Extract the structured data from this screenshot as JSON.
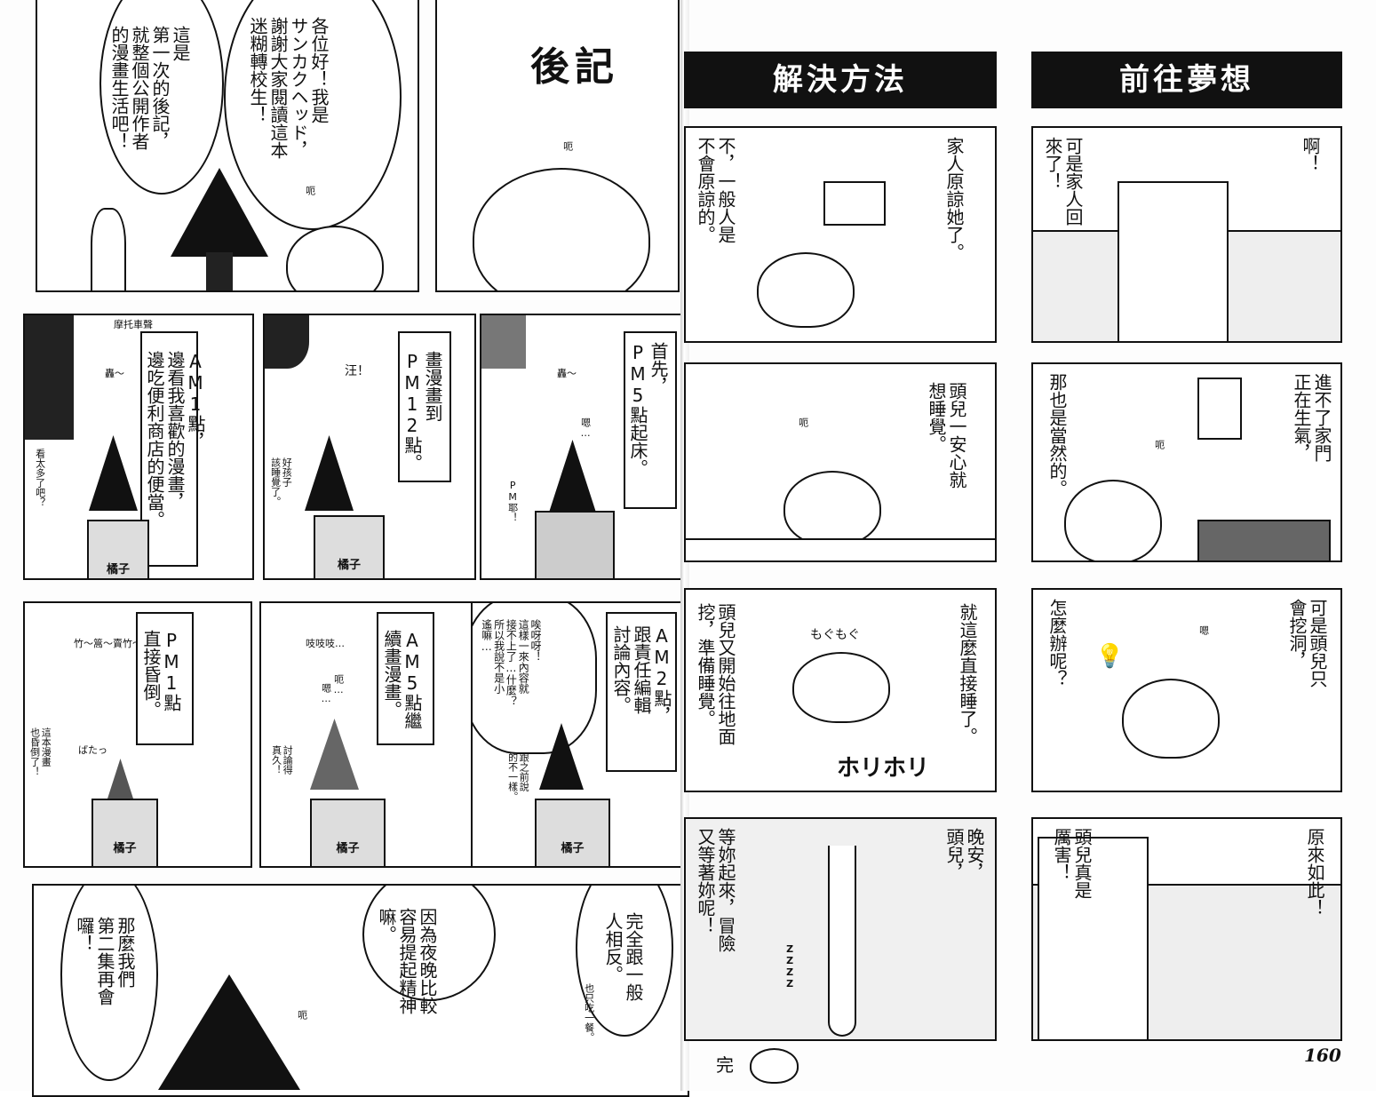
{
  "left_page": {
    "title": "後記",
    "intro": {
      "bubble1": "各位好！我是\nサンカクヘッド，\n謝謝大家閱讀這本\n迷糊轉校生！",
      "bubble2": "這是\n第一次的後記，\n就整個公開作者\n的漫畫生活吧！",
      "sfx1": "呃",
      "sfx2": "呃"
    },
    "row2": [
      {
        "caption": "首先，\nPM5點起床。",
        "sfx": [
          "轟～",
          "嗯…",
          "PM耶！"
        ]
      },
      {
        "caption": "畫漫畫到\nPM12點。",
        "sfx": [
          "汪！",
          "好孩子\n該睡覺了。"
        ],
        "box_label": "橘子"
      },
      {
        "caption": "AM1點，\n邊看我喜歡的漫畫，\n邊吃便利商店的便當。",
        "sfx": [
          "摩托車聲",
          "轟～",
          "看太多了吧？"
        ],
        "box_label": "橘子"
      }
    ],
    "row3": [
      {
        "caption": "AM2點，\n跟責任編輯\n討論內容。",
        "bubble": "唉呀呀！\n這樣一來內容就\n接不上了…什麼？\n所以我說不是小\n遙嘛…",
        "sfx": [
          "跟之前說\n的不一樣。"
        ],
        "box_label": "橘子"
      },
      {
        "caption": "AM5點繼\n續畫漫畫。",
        "sfx": [
          "吱吱吱…",
          "呃…",
          "嗯…",
          "討論得\n真久！"
        ],
        "box_label": "橘子"
      },
      {
        "caption": "PM1點\n直接昏倒。",
        "sfx": [
          "竹～篙～賣竹～竿～",
          "ばたっ",
          "這本漫畫\n也昏倒了！"
        ],
        "box_label": "橘子"
      }
    ],
    "row4": {
      "bubble1": "完全跟一般\n人相反。",
      "small": "也只吃一餐。",
      "bubble2": "因為夜晚比較\n容易提起精神\n嘛。",
      "bubble3": "那麼我們\n第二集再會\n囉！",
      "sfx": "呃"
    }
  },
  "right_page": {
    "columns": [
      {
        "header": "解決方法",
        "panels": [
          {
            "texts": [
              "家人原諒她了。",
              "不，一般人是\n不會原諒的。"
            ]
          },
          {
            "texts": [
              "頭兒一安心就\n想睡覺。",
              "呃"
            ]
          },
          {
            "texts": [
              "就這麼直接睡了。",
              "頭兒又開始往地面\n挖，準備睡覺。",
              "もぐもぐ",
              "ホリホリ"
            ]
          },
          {
            "texts": [
              "晚安，\n頭兒，",
              "等妳起來，冒險\n又等著妳呢！",
              "ZZZZ"
            ]
          }
        ]
      },
      {
        "header": "前往夢想",
        "panels": [
          {
            "texts": [
              "啊！",
              "可是家人回\n來了！"
            ]
          },
          {
            "texts": [
              "進不了家門\n正在生氣，",
              "那也是當然的。",
              "呃"
            ]
          },
          {
            "texts": [
              "可是頭兒只\n會挖洞，",
              "怎麼辦呢？",
              "嗯"
            ]
          },
          {
            "texts": [
              "原來如此！",
              "頭兒真是\n厲害！"
            ]
          }
        ]
      }
    ],
    "end_mark": "完",
    "page_number": "160"
  }
}
